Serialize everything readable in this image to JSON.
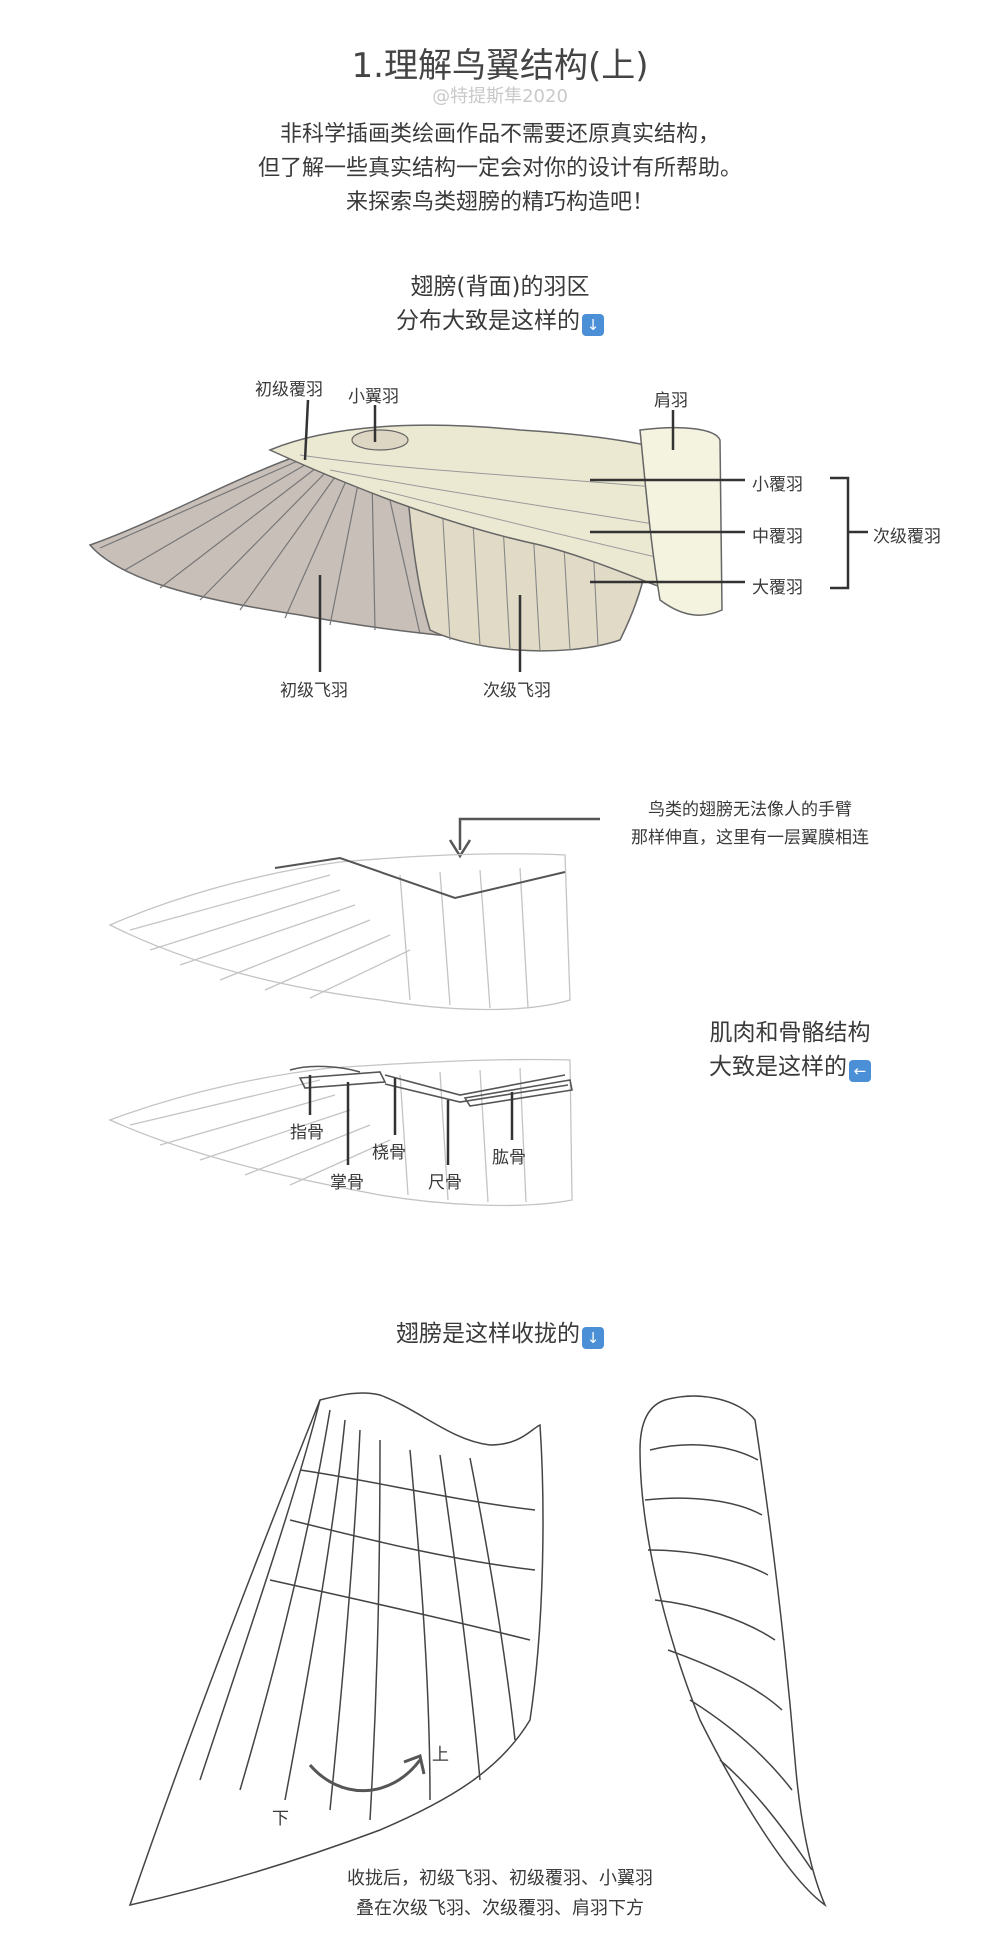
{
  "header": {
    "title": "1.理解鸟翼结构(上)",
    "credit": "@特提斯隼2020",
    "intro": [
      "非科学插画类绘画作品不需要还原真实结构，",
      "但了解一些真实结构一定会对你的设计有所帮助。",
      "来探索鸟类翅膀的精巧构造吧！"
    ]
  },
  "section1": {
    "heading": [
      "翅膀(背面)的羽区",
      "分布大致是这样的"
    ],
    "heading_icon": "down-arrow-emoji",
    "labels": {
      "primary_coverts": "初级覆羽",
      "alula": "小翼羽",
      "scapulars": "肩羽",
      "lesser_coverts": "小覆羽",
      "median_coverts": "中覆羽",
      "greater_coverts": "大覆羽",
      "secondary_coverts": "次级覆羽",
      "primaries": "初级飞羽",
      "secondaries": "次级飞羽"
    }
  },
  "section2": {
    "note": [
      "鸟类的翅膀无法像人的手臂",
      "那样伸直，这里有一层翼膜相连"
    ],
    "heading": [
      "肌肉和骨骼结构",
      "大致是这样的"
    ],
    "heading_icon": "left-arrow-emoji",
    "labels": {
      "digits": "指骨",
      "metacarpals": "掌骨",
      "radius": "桡骨",
      "ulna": "尺骨",
      "humerus": "肱骨"
    }
  },
  "section3": {
    "heading": "翅膀是这样收拢的",
    "heading_icon": "down-arrow-emoji",
    "arrow_labels": {
      "down": "下",
      "up": "上"
    },
    "caption": [
      "收拢后，初级飞羽、初级覆羽、小翼羽",
      "叠在次级飞羽、次级覆羽、肩羽下方"
    ]
  },
  "colors": {
    "primary_feathers": "#c9bfb9",
    "secondary_feathers": "#e0dac6",
    "coverts": "#ece9d3",
    "scapulars": "#f4f3df",
    "line": "#555555",
    "emoji_blue": "#4b8fd6"
  }
}
